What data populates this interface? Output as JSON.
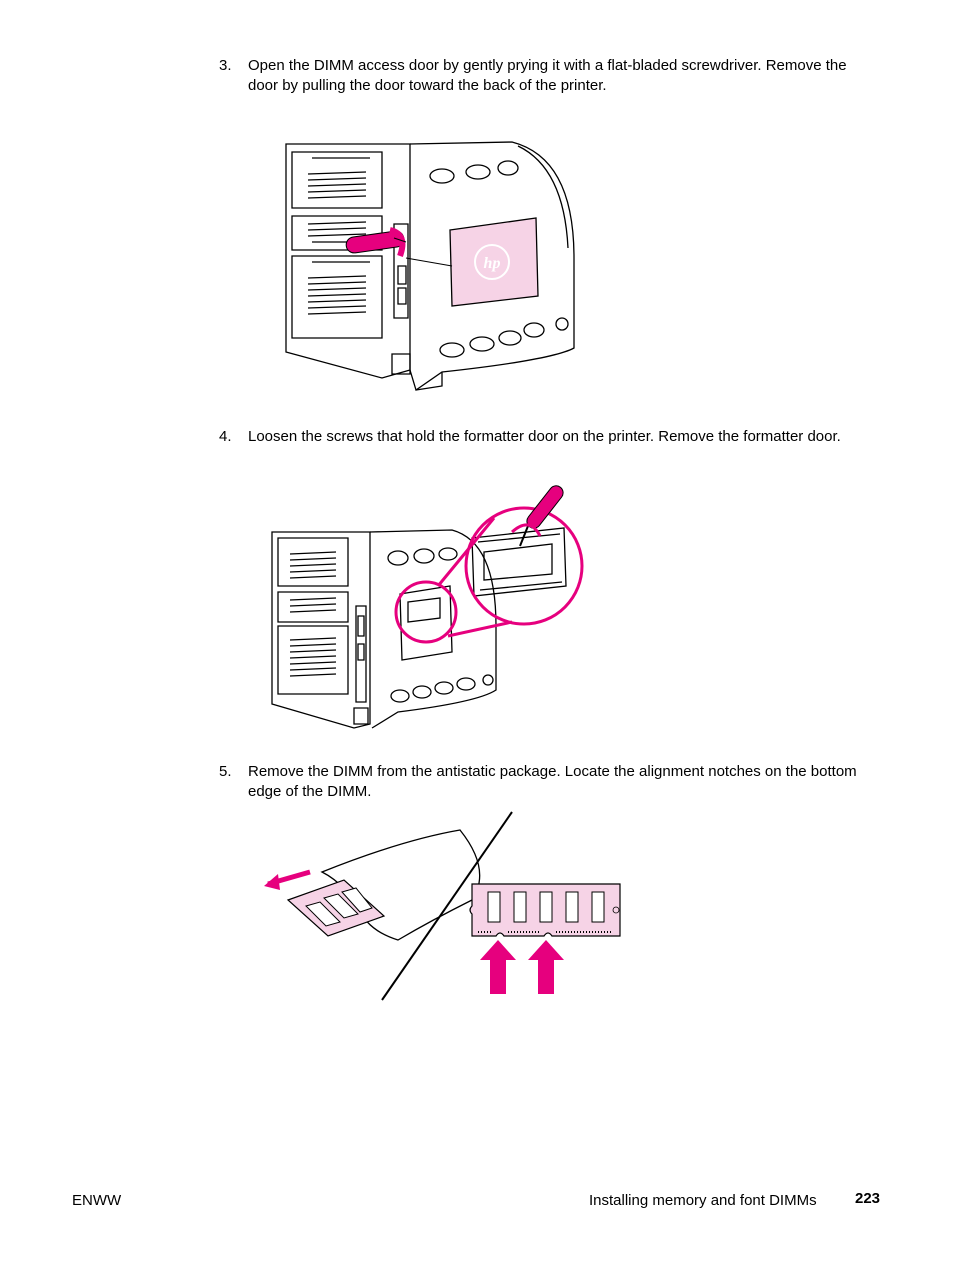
{
  "steps": [
    {
      "number": "3.",
      "text": "Open the DIMM access door by gently prying it with a flat-bladed screwdriver. Remove the door by pulling the door toward the back of the printer."
    },
    {
      "number": "4.",
      "text": "Loosen the screws that hold the formatter door on the printer. Remove the formatter door."
    },
    {
      "number": "5.",
      "text": "Remove the DIMM from the antistatic package. Locate the alignment notches on the bottom edge of the DIMM."
    }
  ],
  "figures": {
    "fig1_logo": "hp"
  },
  "footer": {
    "left": "ENWW",
    "section": "Installing memory and font DIMMs",
    "page_number": "223"
  },
  "colors": {
    "accent": "#e6007e",
    "pink_fill": "#f6d3e6",
    "line": "#000000"
  }
}
